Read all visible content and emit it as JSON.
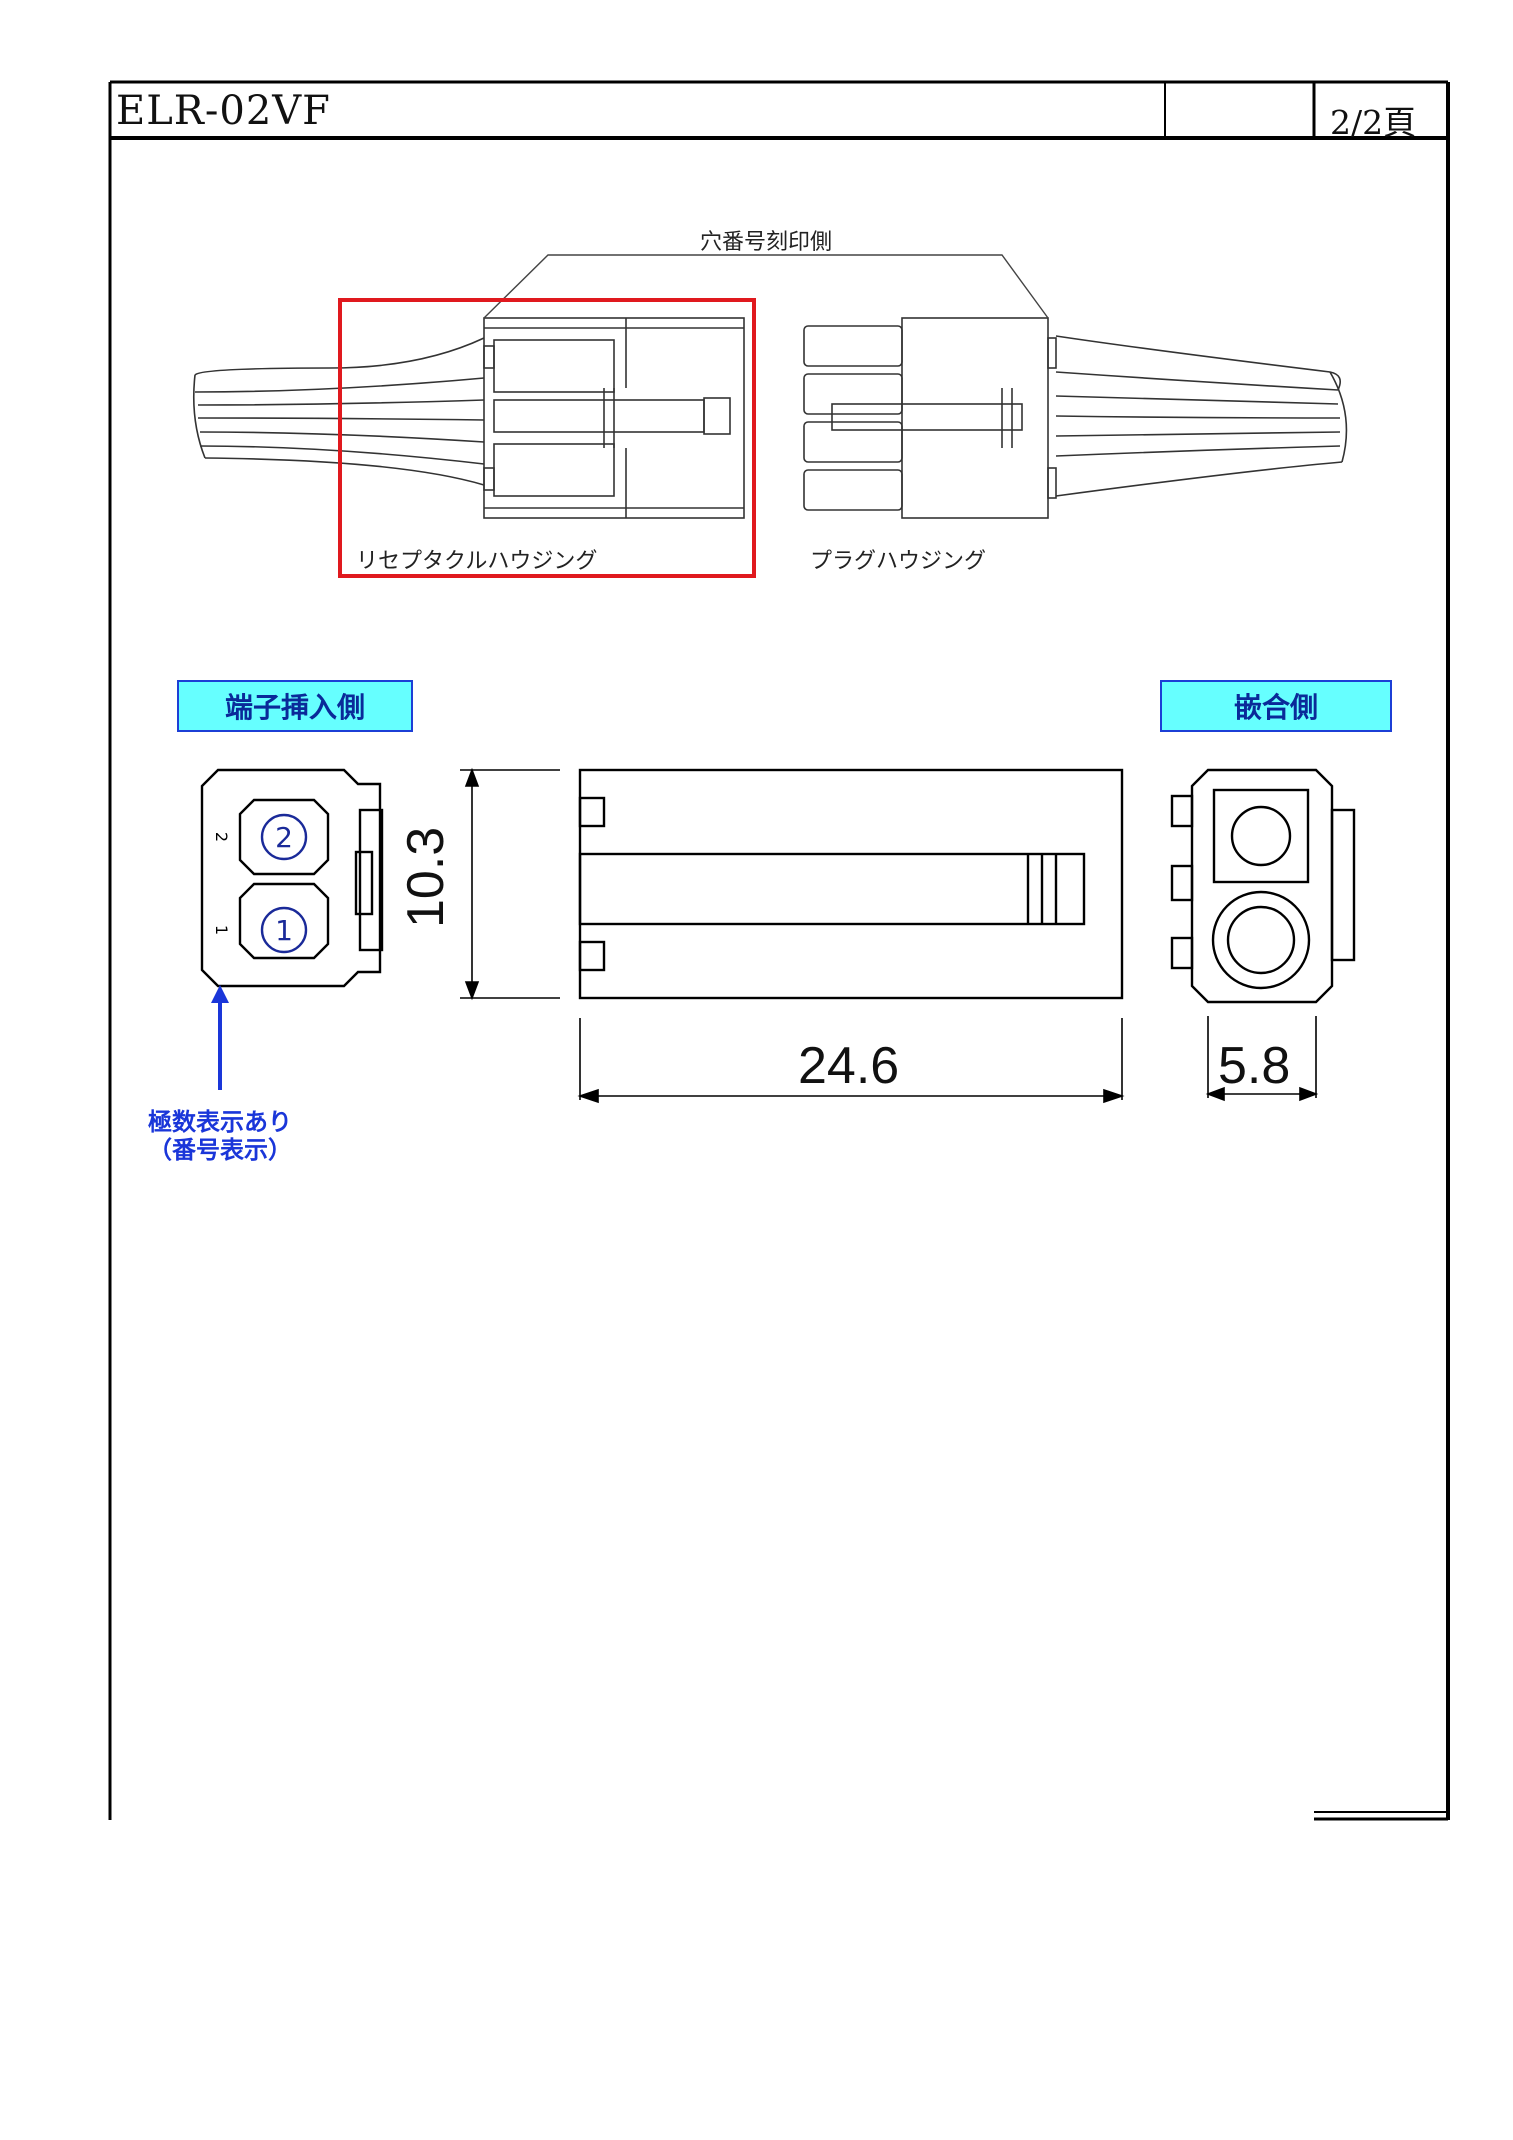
{
  "header": {
    "part_number": "ELR-02VF",
    "page_indicator": "2/2頁"
  },
  "assembly": {
    "hole_number_side_label": "穴番号刻印側",
    "receptacle_label": "リセプタクルハウジング",
    "plug_label": "プラグハウジング"
  },
  "views": {
    "terminal_insertion_side": "端子挿入側",
    "mating_side": "嵌合側"
  },
  "terminal_view": {
    "circuit_numbers": [
      "2",
      "1"
    ],
    "side_markings": [
      "2",
      "1"
    ]
  },
  "dimensions": {
    "height": "10.3",
    "length": "24.6",
    "width": "5.8"
  },
  "notes": {
    "polarity_line1": "極数表示あり",
    "polarity_line2": "（番号表示）"
  },
  "colors": {
    "highlight_box": "#e0191e",
    "badge_fill": "#66ffff",
    "note_blue": "#1a36d9"
  }
}
